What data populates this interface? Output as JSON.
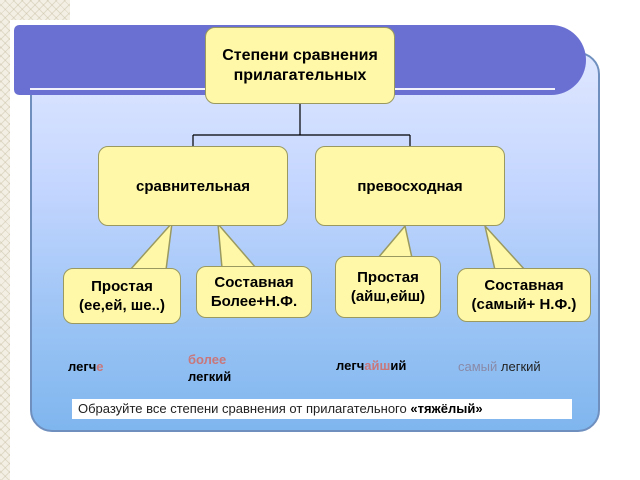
{
  "top_box": {
    "line1": "Степени сравнения",
    "line2": "прилагательных"
  },
  "level2": {
    "left": "сравнительная",
    "right": "превосходная"
  },
  "level3": [
    {
      "line1": "Простая",
      "line2": "(ее,ей, ше..)"
    },
    {
      "line1": "Составная",
      "line2": "Более+Н.Ф."
    },
    {
      "line1": "Простая",
      "line2": "(айш,ейш)"
    },
    {
      "line1": "Составная",
      "line2": "(самый+ Н.Ф.)"
    }
  ],
  "examples": {
    "ex1": {
      "stem": "легч",
      "ending": "е"
    },
    "ex2": {
      "word1": "более",
      "word2": "легкий"
    },
    "ex3": {
      "stem": "легч",
      "suffix": "айш",
      "ending": "ий"
    },
    "ex4": {
      "word1": "самый",
      "word2": "легкий"
    }
  },
  "task": {
    "text": "Образуйте все степени сравнения от прилагательного",
    "word": "«тяжёлый»"
  },
  "colors": {
    "box_fill": "#fff8a8",
    "header_band": "#6a6fd2",
    "highlight": "#c8777a"
  }
}
